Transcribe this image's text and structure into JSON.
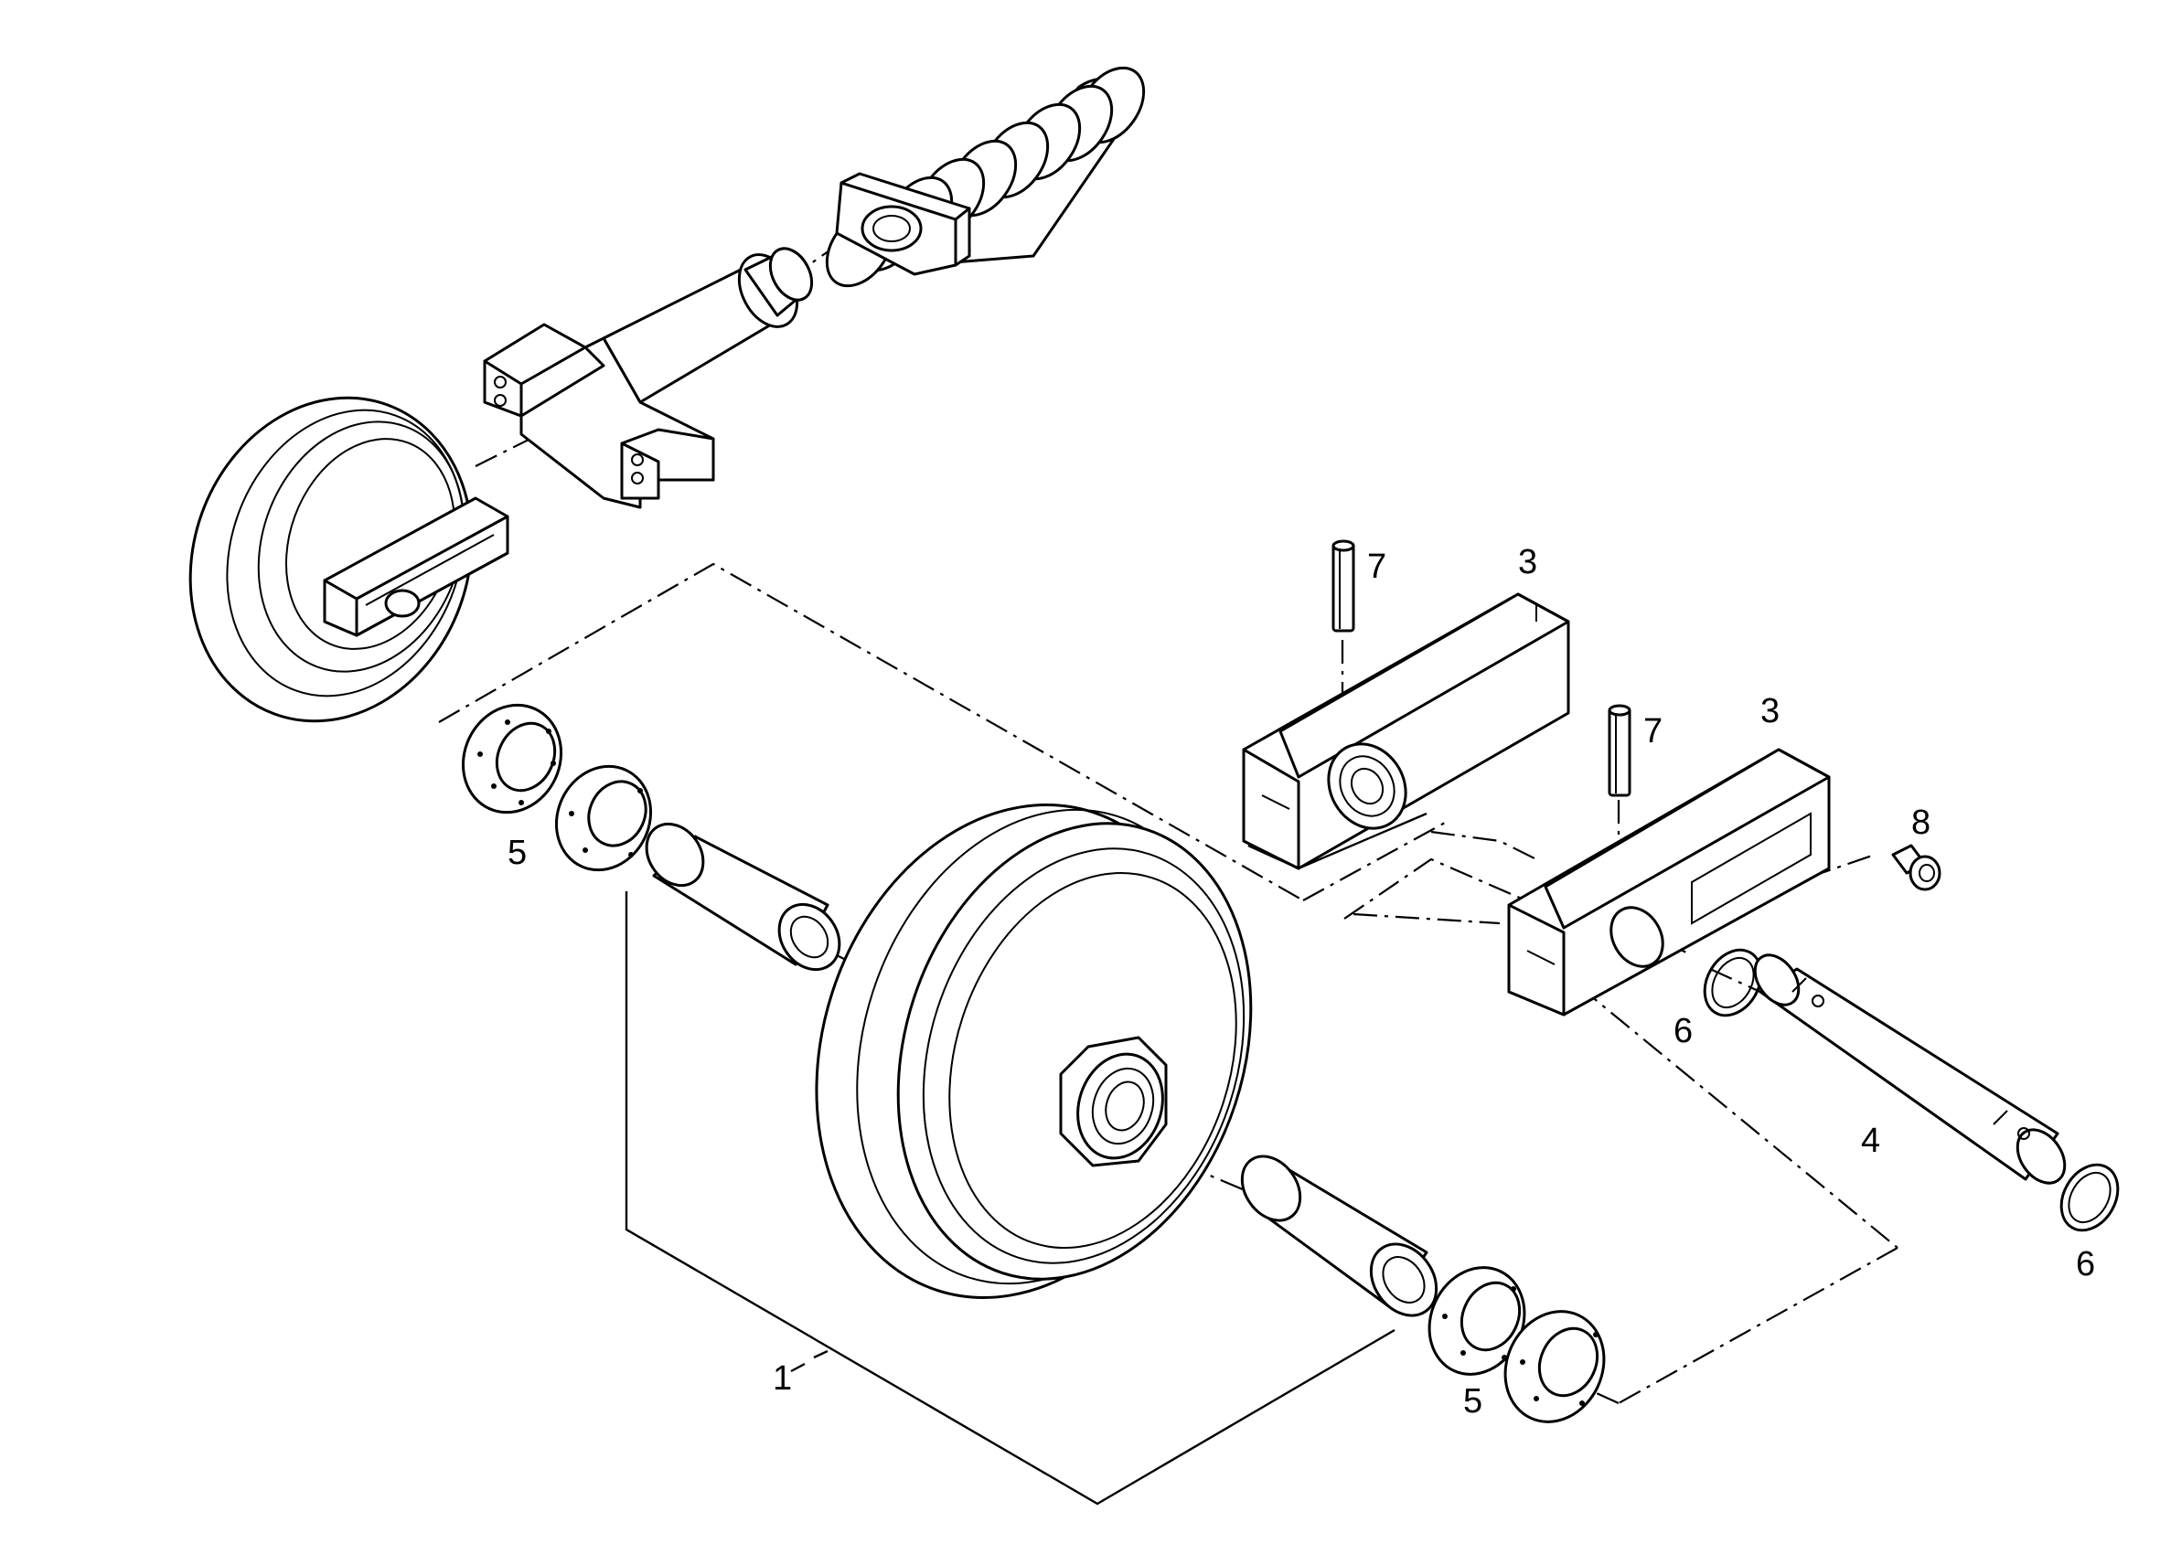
{
  "diagram": {
    "callouts": [
      {
        "id": "c1",
        "text": "1"
      },
      {
        "id": "c3a",
        "text": "3"
      },
      {
        "id": "c3b",
        "text": "3"
      },
      {
        "id": "c4",
        "text": "4"
      },
      {
        "id": "c5a",
        "text": "5"
      },
      {
        "id": "c5b",
        "text": "5"
      },
      {
        "id": "c6a",
        "text": "6"
      },
      {
        "id": "c6b",
        "text": "6"
      },
      {
        "id": "c7a",
        "text": "7"
      },
      {
        "id": "c7b",
        "text": "7"
      },
      {
        "id": "c8",
        "text": "8"
      }
    ]
  }
}
